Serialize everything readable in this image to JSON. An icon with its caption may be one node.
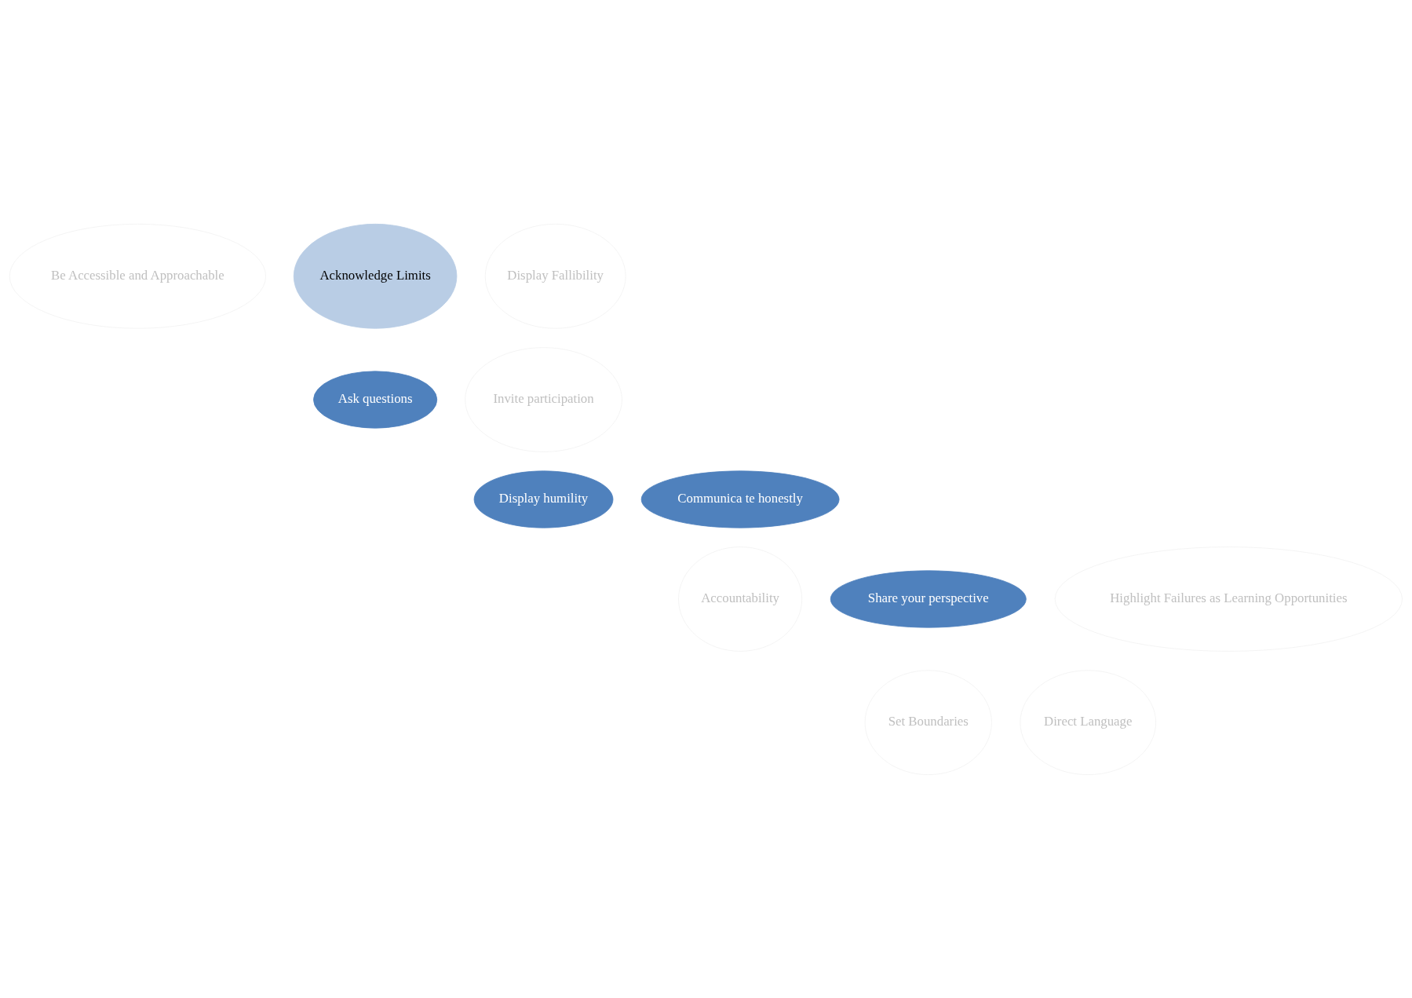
{
  "diagram": {
    "nodes": [
      {
        "text": [
          "Acknowledge Limits"
        ]
      },
      {
        "text": [
          "Display Fallibility"
        ]
      },
      {
        "text": [
          "Be Accessible and Approachable"
        ]
      },
      {
        "text": [
          "Ask questions"
        ]
      },
      {
        "text": [
          "Invite participation"
        ]
      },
      {
        "text": [
          "Display humility"
        ]
      },
      {
        "text": [
          "Communica te honestly"
        ]
      },
      {
        "text": [
          "Share your perspective"
        ]
      },
      {
        "text": [
          "Accountability"
        ]
      },
      {
        "text": [
          "Highlight Failures as Learning Opportunities"
        ]
      },
      {
        "text": [
          "Set Boundaries"
        ]
      },
      {
        "text": [
          "Direct Language"
        ]
      }
    ]
  }
}
